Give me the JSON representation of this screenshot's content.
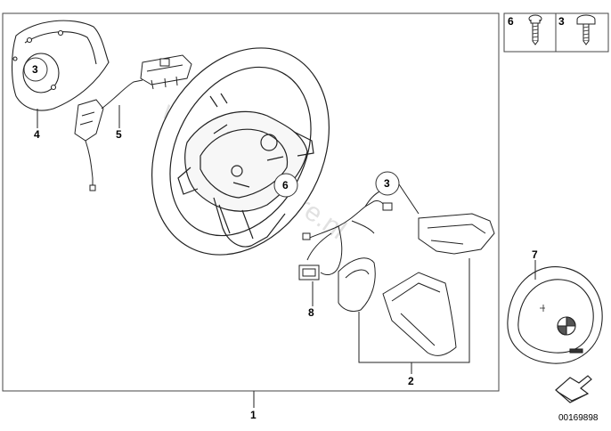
{
  "diagram": {
    "reference_number": "00169898",
    "watermark": "www.BMWstore.nl",
    "callouts": {
      "n1": "1",
      "n2": "2",
      "n4": "4",
      "n5": "5",
      "n7": "7",
      "n8": "8",
      "circle_3a": "3",
      "circle_3b": "3",
      "circle_6": "6"
    },
    "fastener_panel": {
      "item_6": "6",
      "item_3": "3"
    }
  }
}
